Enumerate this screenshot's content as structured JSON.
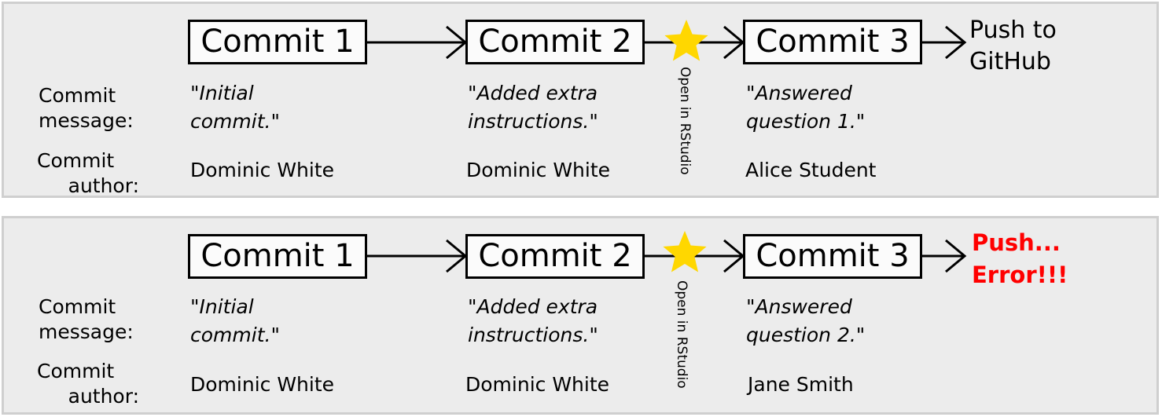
{
  "panels": [
    {
      "commits": [
        "Commit 1",
        "Commit 2",
        "Commit 3"
      ],
      "row_labels": {
        "message": [
          "Commit",
          "message:"
        ],
        "author": [
          "Commit",
          "author:"
        ]
      },
      "messages": [
        [
          "\"Initial",
          "commit.\""
        ],
        [
          "\"Added extra",
          "instructions.\""
        ],
        [
          "\"Answered",
          "question 1.\""
        ]
      ],
      "authors": [
        "Dominic White",
        "Dominic White",
        "Alice Student"
      ],
      "open_label": "Open in RStudio",
      "push": [
        "Push to",
        "GitHub"
      ],
      "push_color": "#000000"
    },
    {
      "commits": [
        "Commit 1",
        "Commit 2",
        "Commit 3"
      ],
      "row_labels": {
        "message": [
          "Commit",
          "message:"
        ],
        "author": [
          "Commit",
          "author:"
        ]
      },
      "messages": [
        [
          "\"Initial",
          "commit.\""
        ],
        [
          "\"Added extra",
          "instructions.\""
        ],
        [
          "\"Answered",
          "question 2.\""
        ]
      ],
      "authors": [
        "Dominic White",
        "Dominic White",
        "Jane Smith"
      ],
      "open_label": "Open in RStudio",
      "push": [
        "Push...",
        "Error!!!"
      ],
      "push_color": "#ff0000"
    }
  ],
  "colors": {
    "panel_bg": "#ececec",
    "panel_border": "#cfcfcf",
    "star": "#ffd700",
    "error": "#ff0000"
  }
}
